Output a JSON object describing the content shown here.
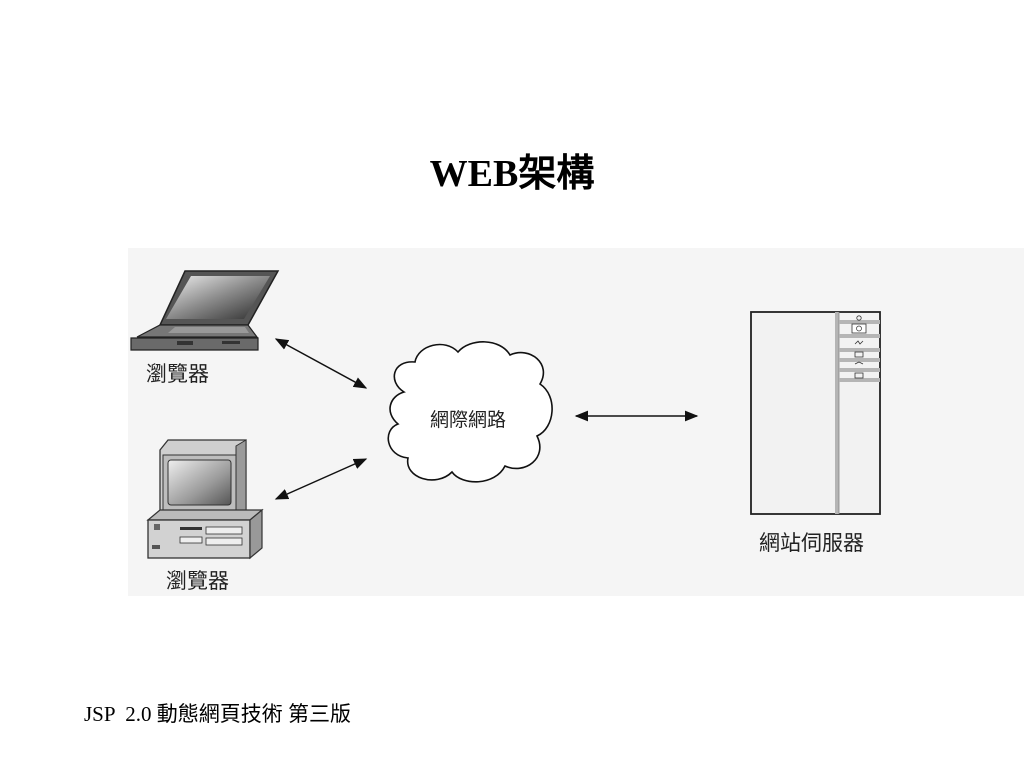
{
  "slide": {
    "title": "WEB架構",
    "footer": "JSP  2.0 動態網頁技術 第三版"
  },
  "diagram": {
    "nodes": {
      "laptop_client": {
        "label": "瀏覽器",
        "icon": "laptop-icon"
      },
      "desktop_client": {
        "label": "瀏覽器",
        "icon": "desktop-computer-icon"
      },
      "internet": {
        "label": "網際網路",
        "icon": "cloud-icon"
      },
      "web_server": {
        "label": "網站伺服器",
        "icon": "server-tower-icon"
      }
    },
    "edges": [
      {
        "from": "laptop_client",
        "to": "internet",
        "direction": "bidirectional"
      },
      {
        "from": "desktop_client",
        "to": "internet",
        "direction": "bidirectional"
      },
      {
        "from": "internet",
        "to": "web_server",
        "direction": "bidirectional"
      }
    ]
  },
  "colors": {
    "panel_background": "#f5f5f5",
    "device_gray": "#888888",
    "screen_dark": "#333333",
    "line": "#111111"
  }
}
